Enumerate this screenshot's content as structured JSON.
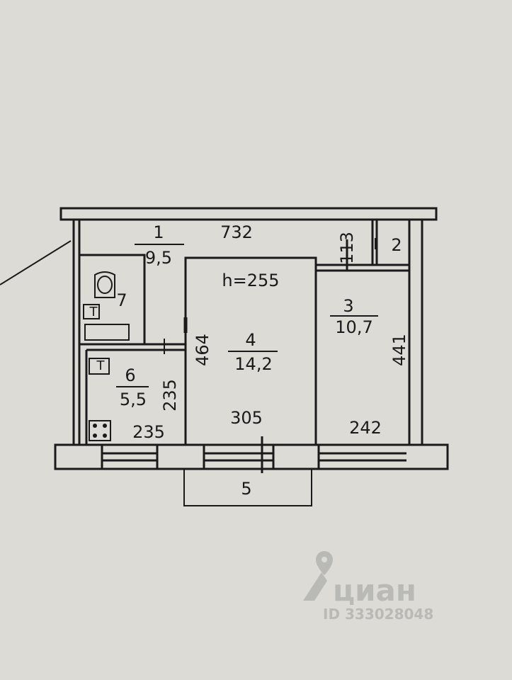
{
  "plan": {
    "ceiling_height": "h=255",
    "rooms": [
      {
        "number": "1",
        "area": "9,5"
      },
      {
        "number": "2"
      },
      {
        "number": "3",
        "area": "10,7"
      },
      {
        "number": "4",
        "area": "14,2"
      },
      {
        "number": "5"
      },
      {
        "number": "6",
        "area": "5,5"
      },
      {
        "number": "7"
      }
    ],
    "dimensions": {
      "corridor_length": "732",
      "closet_depth": "113",
      "room3_length": "441",
      "room3_width": "242",
      "room4_length": "464",
      "room4_width": "305",
      "kitchen_length": "235",
      "kitchen_width": "235"
    },
    "appliance_marks": {
      "bath_tap": "T",
      "kitchen_sink": "T"
    }
  },
  "watermark": {
    "brand": "циан",
    "listing_id": "ID 333028048"
  },
  "colors": {
    "paper": "#dcdbd6",
    "ink": "#1a1a1a",
    "watermark": "#b9b9b6"
  }
}
